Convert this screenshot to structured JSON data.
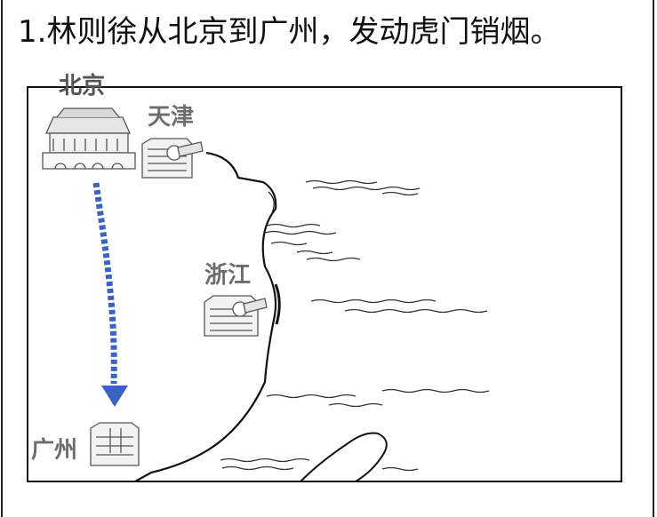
{
  "caption": "1.林则徐从北京到广州，发动虎门销烟。",
  "places": {
    "beijing": "北京",
    "tianjin": "天津",
    "zhejiang": "浙江",
    "guangzhou": "广州"
  },
  "icons": {
    "beijing": "palace-gate-icon",
    "tianjin": "fort-cannon-icon",
    "zhejiang": "fort-cannon-icon",
    "guangzhou": "fort-icon"
  },
  "colors": {
    "route": "#3a63c0",
    "text": "#111111",
    "label": "#6d6d6d"
  }
}
